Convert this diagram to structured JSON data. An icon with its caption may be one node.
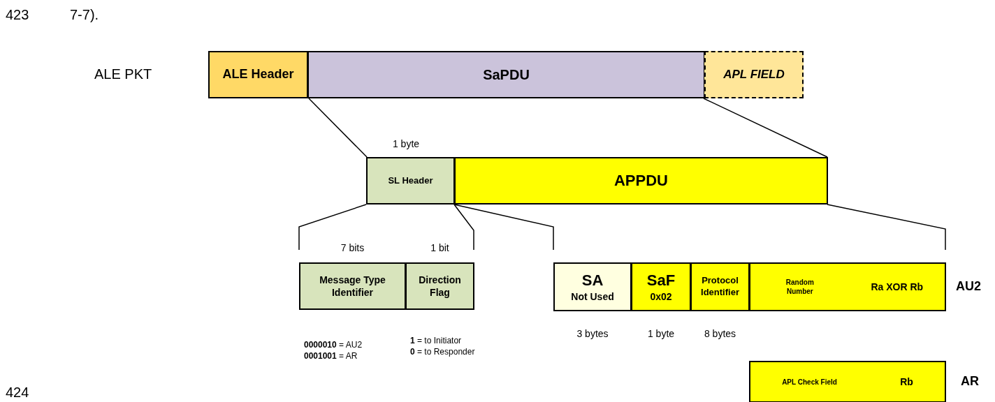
{
  "diagram": {
    "nodes": [
      {
        "text": [
          "ALE Header"
        ]
      },
      {
        "text": [
          "SaPDU"
        ]
      },
      {
        "text": [
          "APL FIELD"
        ]
      },
      {
        "text": [
          "SL Header"
        ],
        "beside": [
          "1 byte"
        ]
      },
      {
        "text": [
          "APPDU"
        ]
      },
      {
        "text": [
          "Message Type Identifier"
        ],
        "beside": [
          "7 bits"
        ]
      },
      {
        "text": [
          "Direction Flag"
        ],
        "beside": [
          "1 bit"
        ]
      },
      {
        "text": [
          "SA",
          "Not Used"
        ],
        "beside": [
          "3 bytes"
        ]
      },
      {
        "text": [
          "SaF",
          "0x02"
        ],
        "beside": [
          "1 byte"
        ]
      },
      {
        "text": [
          "Protocol Identifier"
        ],
        "beside": [
          "8 bytes"
        ]
      },
      {
        "text": [
          "Random Number",
          "Ra XOR Rb"
        ]
      },
      {
        "text": [
          "APL Check Field",
          "Rb"
        ]
      }
    ],
    "edges": [
      {
        "from": 1,
        "to": 3,
        "arrow": "none"
      },
      {
        "from": 1,
        "to": 4,
        "arrow": "none"
      }
    ],
    "labels": [
      "423",
      "7-7).",
      "ALE PKT",
      "**0000010** = AU2",
      "**0001001** = AR",
      "**1** = to Initiator",
      "**0** = to Responder",
      "AU2",
      "AR",
      "424"
    ]
  }
}
